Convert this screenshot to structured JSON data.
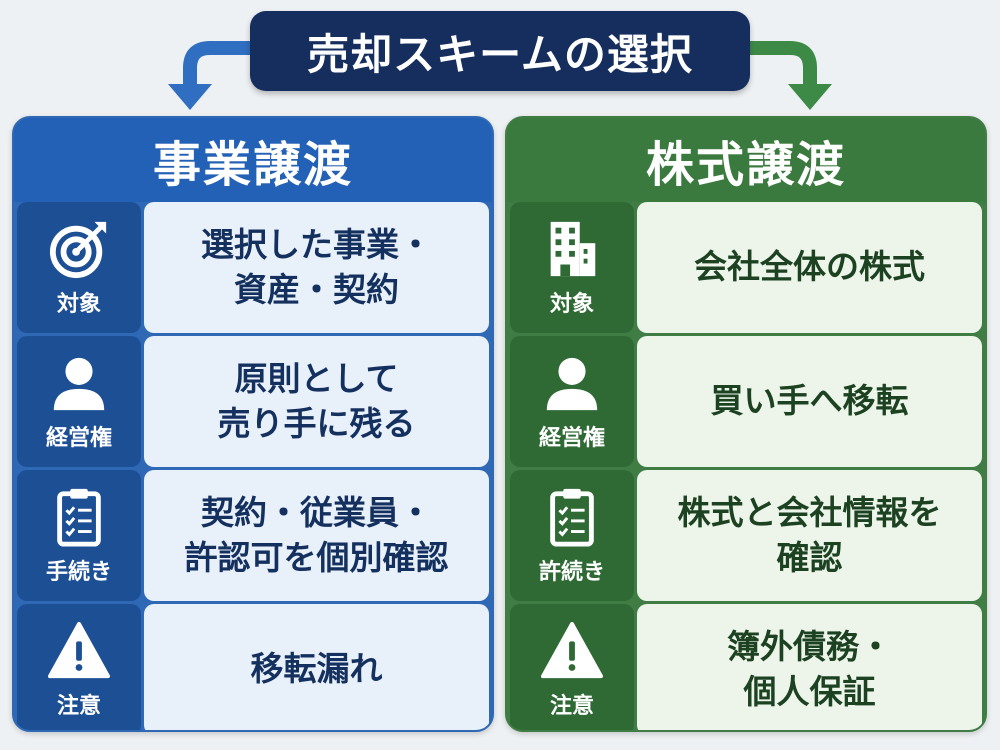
{
  "title": "売却スキームの選択",
  "colors": {
    "title_bg": "#152e5e",
    "left_accent": "#2361b6",
    "right_accent": "#3b7a3f",
    "left_arrow": "#2f6ec0",
    "right_arrow": "#3d8a47"
  },
  "left": {
    "header": "事業譲渡",
    "rows": [
      {
        "icon": "target-icon",
        "label": "対象",
        "text": "選択した事業・\n資産・契約"
      },
      {
        "icon": "person-icon",
        "label": "経営権",
        "text": "原則として\n売り手に残る"
      },
      {
        "icon": "clipboard-icon",
        "label": "手続き",
        "text": "契約・従業員・\n許認可を個別確認"
      },
      {
        "icon": "warning-icon",
        "label": "注意",
        "text": "移転漏れ"
      }
    ]
  },
  "right": {
    "header": "株式譲渡",
    "rows": [
      {
        "icon": "building-icon",
        "label": "対象",
        "text": "会社全体の株式"
      },
      {
        "icon": "person-icon",
        "label": "経営権",
        "text": "買い手へ移転"
      },
      {
        "icon": "clipboard-icon",
        "label": "許続き",
        "text": "株式と会社情報を\n確認"
      },
      {
        "icon": "warning-icon",
        "label": "注意",
        "text": "簿外債務・\n個人保証"
      }
    ]
  }
}
